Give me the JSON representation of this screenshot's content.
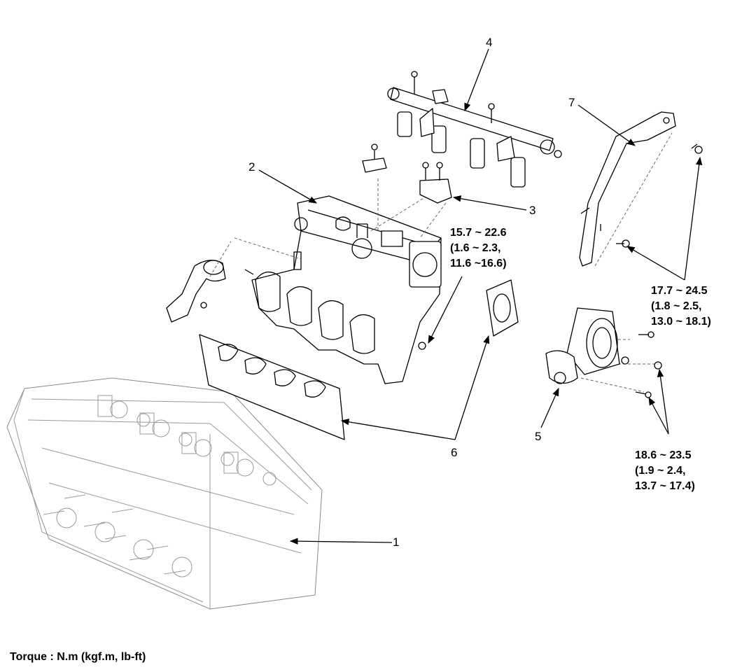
{
  "callouts": {
    "c1": "1",
    "c2": "2",
    "c3": "3",
    "c4": "4",
    "c5": "5",
    "c6": "6",
    "c7": "7"
  },
  "torques": {
    "manifold_nut": {
      "line1": "15.7 ~ 22.6",
      "line2": "(1.6 ~ 2.3,",
      "line3": "11.6 ~16.6)"
    },
    "bracket_bolts": {
      "line1": "17.7 ~ 24.5",
      "line2": "(1.8 ~ 2.5,",
      "line3": "13.0 ~ 18.1)"
    },
    "throttle_body": {
      "line1": "18.6 ~ 23.5",
      "line2": "(1.9 ~ 2.4,",
      "line3": "13.7 ~ 17.4)"
    }
  },
  "footer": {
    "torque_unit": "Torque : N.m (kgf.m, lb-ft)"
  }
}
